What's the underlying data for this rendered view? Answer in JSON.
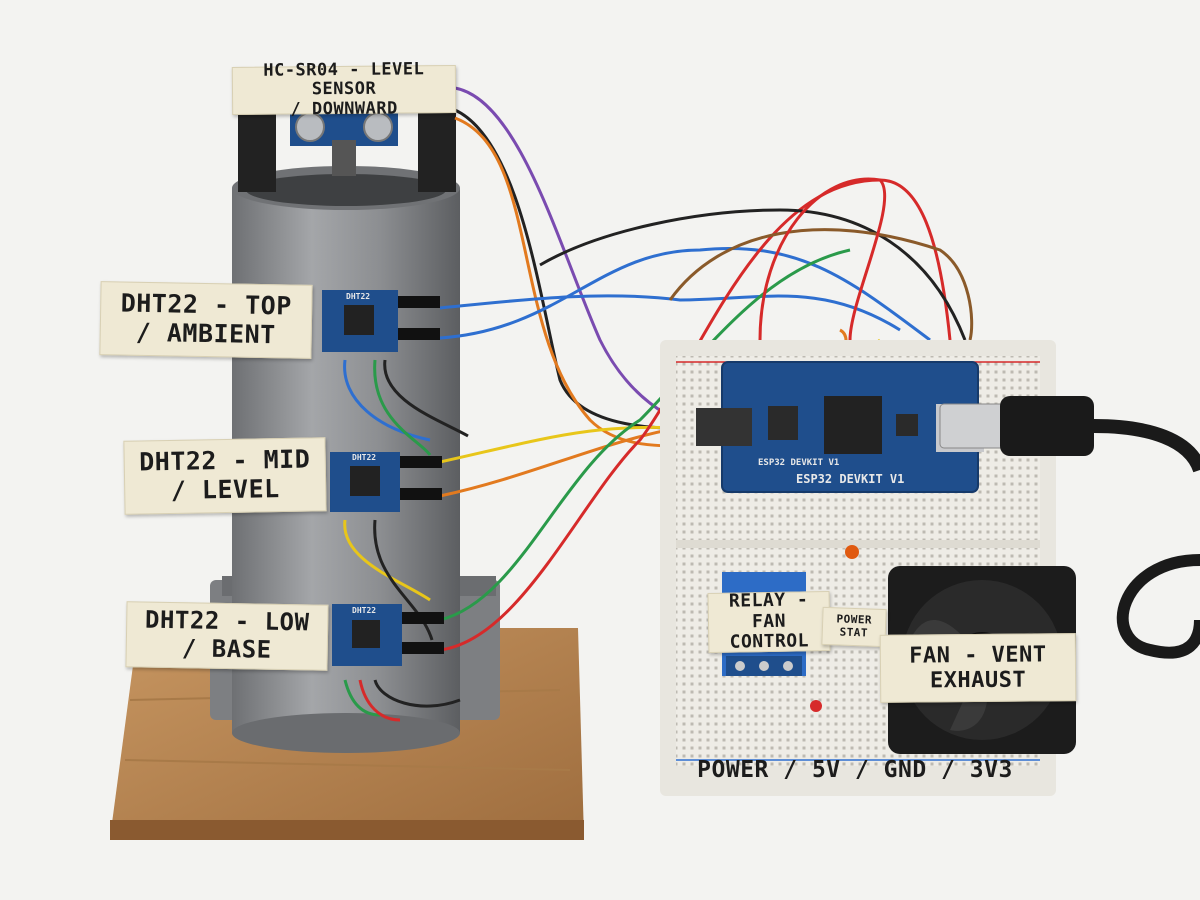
{
  "labels": {
    "hcsr04": "HC-SR04 - LEVEL SENSOR\n/ DOWNWARD",
    "dht_top": "DHT22 - TOP\n/ AMBIENT",
    "dht_mid": "DHT22 - MID\n/ LEVEL",
    "dht_low": "DHT22 - LOW\n/ BASE",
    "relay": "RELAY -\nFAN CONTROL",
    "power_stat": "POWER\nSTAT",
    "fan": "FAN - VENT\nEXHAUST",
    "power_rail": "POWER / 5V / GND / 3V3"
  },
  "boards": {
    "esp32_silk": "ESP32 DEVKIT V1",
    "esp32_silk_small": "ESP32 DEVKIT V1",
    "dht_silk": "DHT22"
  },
  "colors": {
    "pipe": "#8d8f92",
    "wood": "#b98652",
    "breadboard": "#eeece6",
    "pcb_blue": "#1f4e8c",
    "tape": "#efe9d4"
  }
}
